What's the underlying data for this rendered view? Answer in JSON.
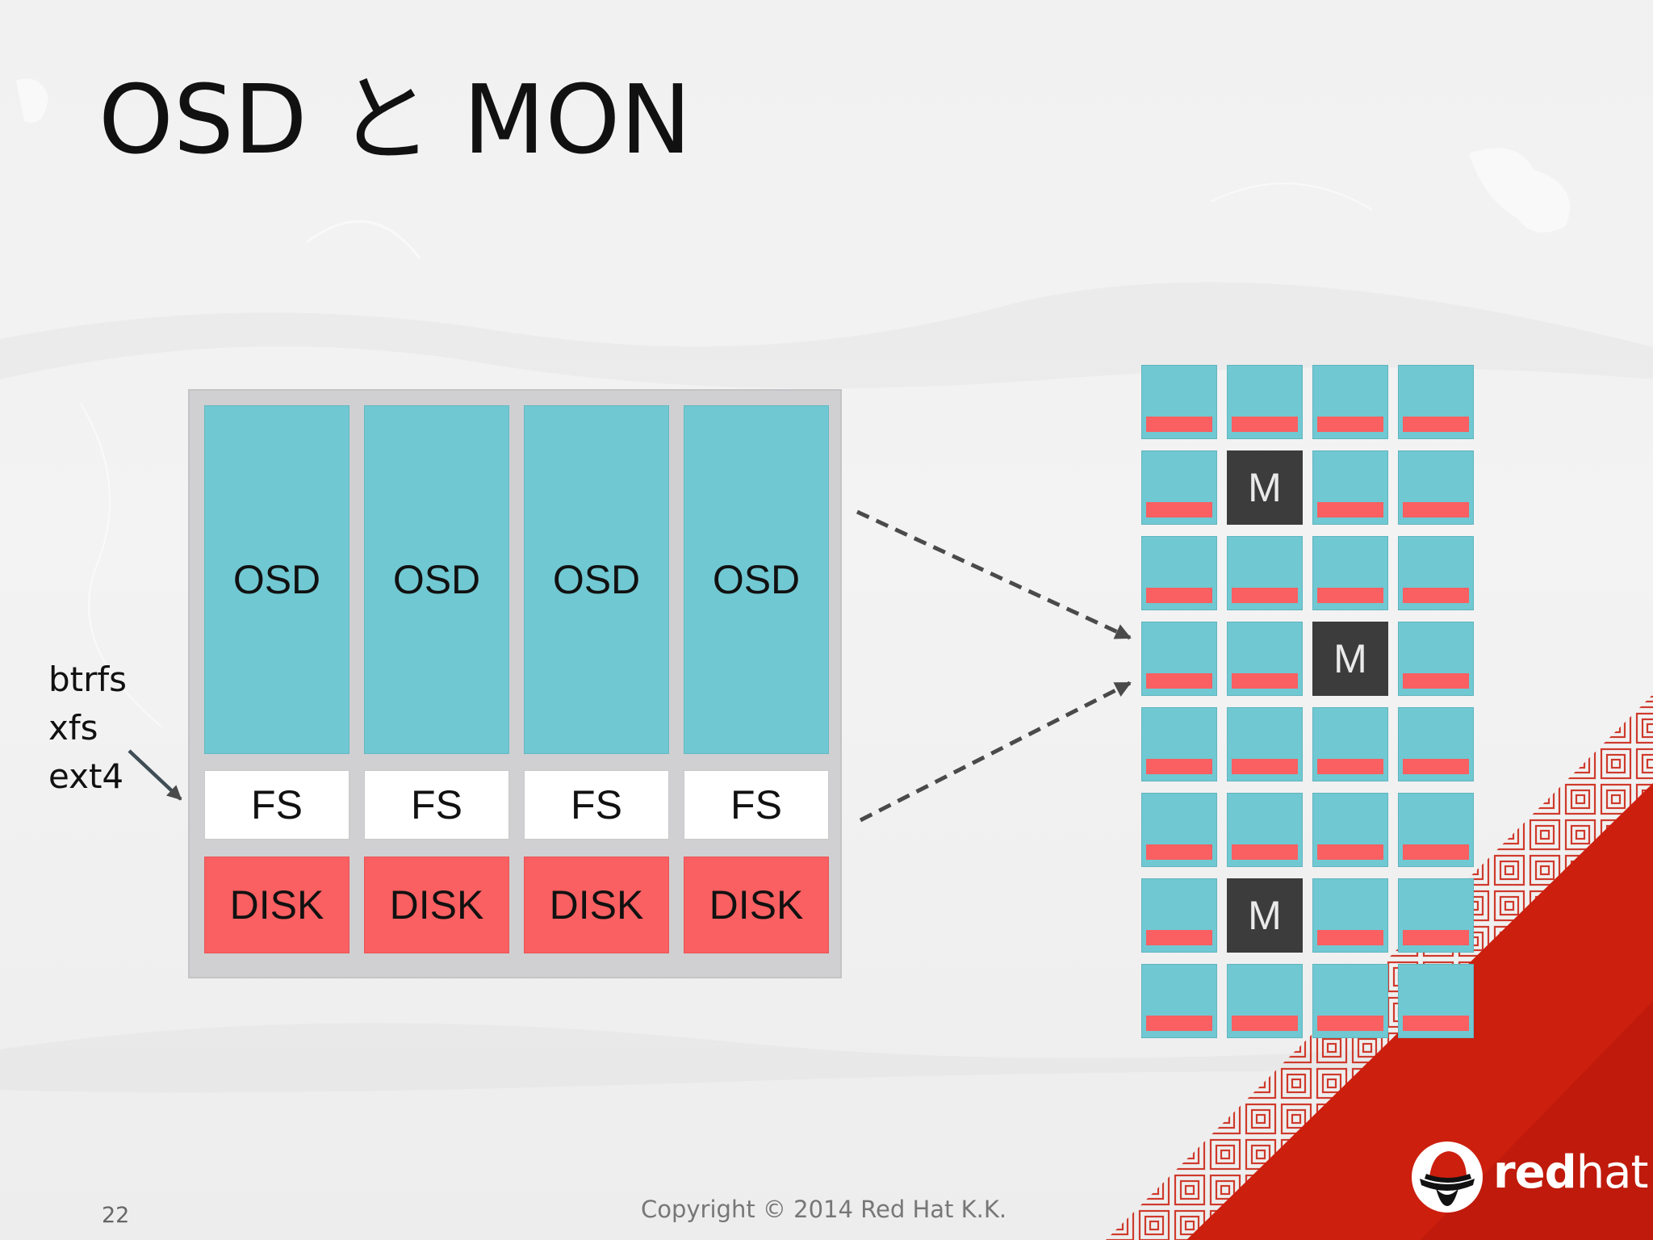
{
  "slide": {
    "title": "OSD と MON",
    "page_number": "22",
    "copyright": "Copyright © 2014 Red Hat K.K."
  },
  "server_node": {
    "columns": [
      {
        "osd": "OSD",
        "fs": "FS",
        "disk": "DISK"
      },
      {
        "osd": "OSD",
        "fs": "FS",
        "disk": "DISK"
      },
      {
        "osd": "OSD",
        "fs": "FS",
        "disk": "DISK"
      },
      {
        "osd": "OSD",
        "fs": "FS",
        "disk": "DISK"
      }
    ]
  },
  "filesystems": [
    "btrfs",
    "xfs",
    "ext4"
  ],
  "cluster": {
    "rows": 8,
    "cols": 4,
    "monitor_label": "M",
    "monitor_cells": [
      [
        1,
        1
      ],
      [
        3,
        2
      ],
      [
        6,
        1
      ]
    ]
  },
  "logo": {
    "text_bold": "red",
    "text_light": "hat"
  },
  "colors": {
    "osd": "#70c8d2",
    "disk": "#fa5f61",
    "monitor": "#3c3c3c",
    "brand_red": "#cc1f0e"
  }
}
